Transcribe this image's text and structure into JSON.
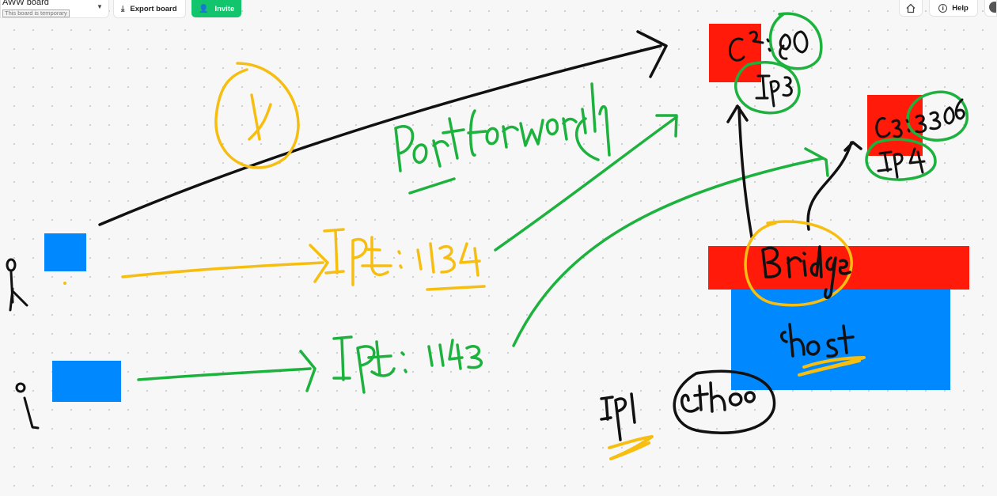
{
  "toolbar": {
    "board_name": "AWW board",
    "board_note": "This board is temporary",
    "export_label": "Export board",
    "invite_label": "Invite",
    "help_label": "Help",
    "icons": [
      "chevron-down-icon",
      "download-icon",
      "add-user-icon",
      "home-icon",
      "help-icon",
      "avatar"
    ],
    "invite_color": "#12c46b"
  },
  "colors": {
    "ink_black": "#111111",
    "ink_green": "#1db23d",
    "ink_yellow": "#f7be12",
    "shape_blue": "#0088ff",
    "shape_red": "#ff1a0a"
  },
  "sketch": {
    "shapes": [
      "blue-box-1",
      "blue-box-2",
      "red-container-c2",
      "red-container-c3",
      "bridge-bar",
      "host-box"
    ],
    "handwritten": [
      "C2",
      ":80",
      "IP3",
      "C3",
      ":3306",
      "IP4",
      "Bridge",
      "host",
      "eth0",
      "IP1",
      "IP1 : 1134",
      "IP1 : 1143",
      "Port forwarding"
    ]
  }
}
